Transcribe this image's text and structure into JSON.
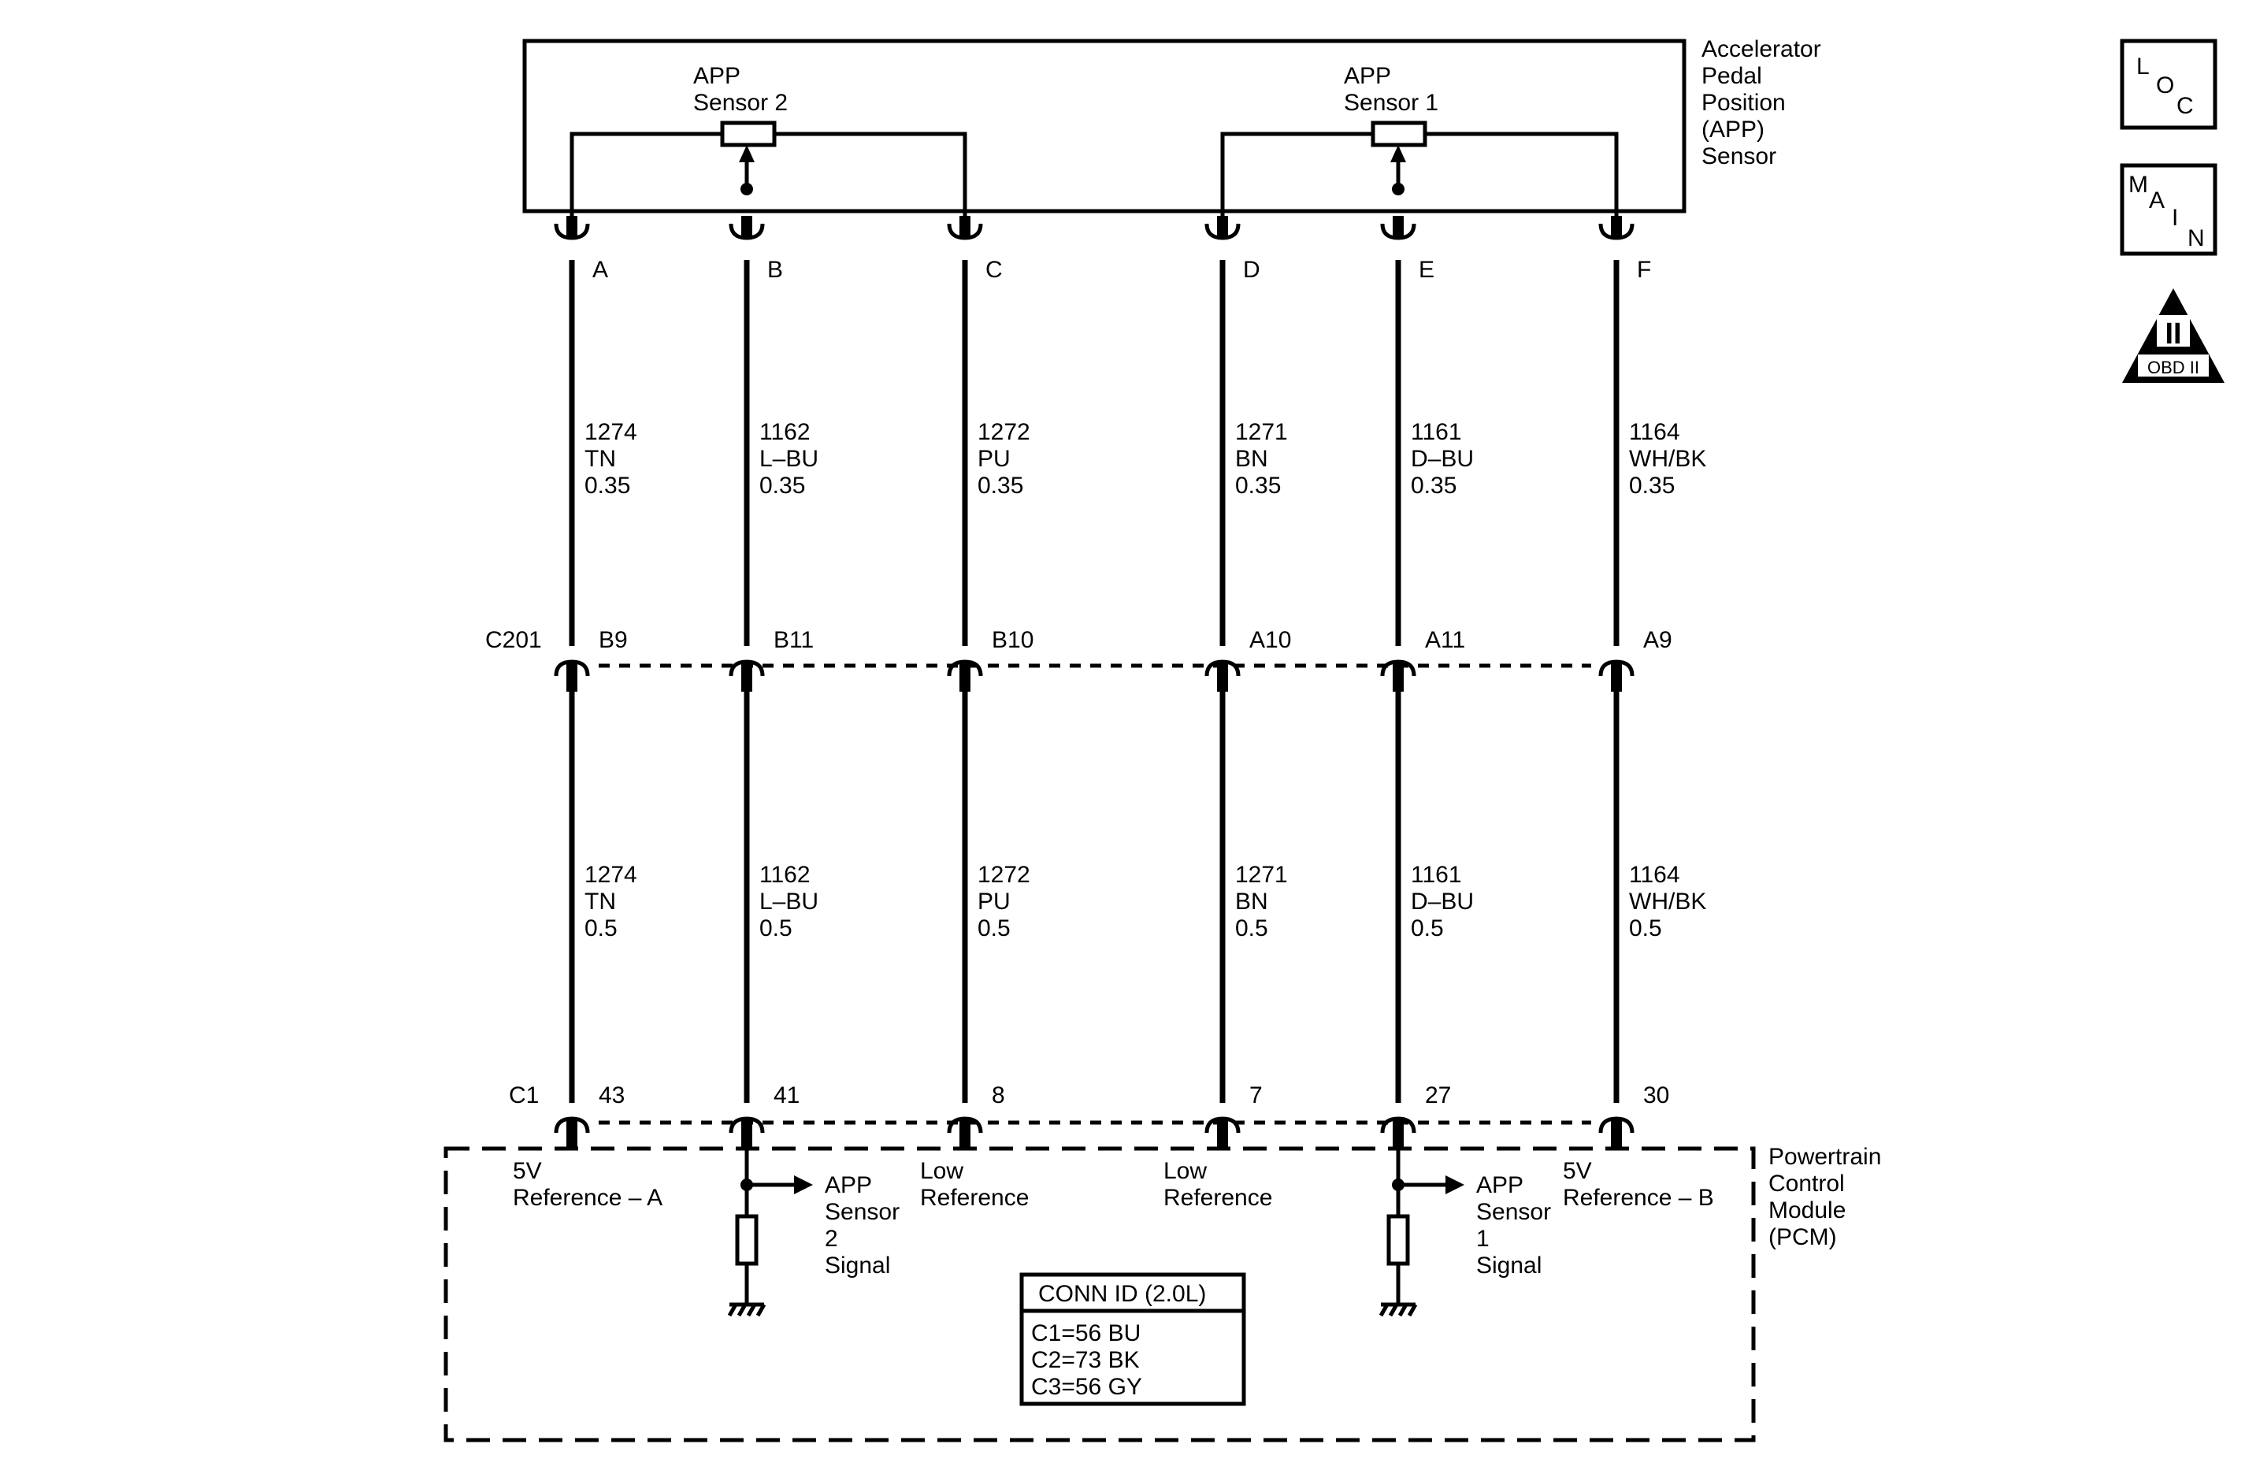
{
  "app_sensor": {
    "label_lines": [
      "Accelerator",
      "Pedal",
      "Position",
      "(APP)",
      "Sensor"
    ],
    "sensor2_lines": [
      "APP",
      "Sensor 2"
    ],
    "sensor1_lines": [
      "APP",
      "Sensor 1"
    ]
  },
  "connector_c201": {
    "name": "C201"
  },
  "connector_c1": {
    "name": "C1"
  },
  "circuits": [
    {
      "sensor_pin": "A",
      "upper": [
        "1274",
        "TN",
        "0.35"
      ],
      "c201_pin": "B9",
      "lower": [
        "1274",
        "TN",
        "0.5"
      ],
      "pcm_pin": "43",
      "pcm_function": [
        "5V",
        "Reference – A"
      ]
    },
    {
      "sensor_pin": "B",
      "upper": [
        "1162",
        "L–BU",
        "0.35"
      ],
      "c201_pin": "B11",
      "lower": [
        "1162",
        "L–BU",
        "0.5"
      ],
      "pcm_pin": "41",
      "pcm_function": [
        "APP",
        "Sensor",
        "2",
        "Signal"
      ]
    },
    {
      "sensor_pin": "C",
      "upper": [
        "1272",
        "PU",
        "0.35"
      ],
      "c201_pin": "B10",
      "lower": [
        "1272",
        "PU",
        "0.5"
      ],
      "pcm_pin": "8",
      "pcm_function": [
        "Low",
        "Reference"
      ]
    },
    {
      "sensor_pin": "D",
      "upper": [
        "1271",
        "BN",
        "0.35"
      ],
      "c201_pin": "A10",
      "lower": [
        "1271",
        "BN",
        "0.5"
      ],
      "pcm_pin": "7",
      "pcm_function": [
        "Low",
        "Reference"
      ]
    },
    {
      "sensor_pin": "E",
      "upper": [
        "1161",
        "D–BU",
        "0.35"
      ],
      "c201_pin": "A11",
      "lower": [
        "1161",
        "D–BU",
        "0.5"
      ],
      "pcm_pin": "27",
      "pcm_function": [
        "APP",
        "Sensor",
        "1",
        "Signal"
      ]
    },
    {
      "sensor_pin": "F",
      "upper": [
        "1164",
        "WH/BK",
        "0.35"
      ],
      "c201_pin": "A9",
      "lower": [
        "1164",
        "WH/BK",
        "0.5"
      ],
      "pcm_pin": "30",
      "pcm_function": [
        "5V",
        "Reference – B"
      ]
    }
  ],
  "pcm": {
    "label_lines": [
      "Powertrain",
      "Control",
      "Module",
      "(PCM)"
    ]
  },
  "conn_id": {
    "title": "CONN ID (2.0L)",
    "rows": [
      "C1=56 BU",
      "C2=73 BK",
      "C3=56 GY"
    ]
  },
  "nav": {
    "loc": [
      "L",
      "O",
      "C"
    ],
    "main": [
      "M",
      "A",
      "I",
      "N"
    ],
    "obd_numeral": "II",
    "obd_label": "OBD II"
  },
  "icons": [
    "loc-icon",
    "main-icon",
    "obd-ii-icon",
    "ground-icon",
    "resistor-icon",
    "arrow-icon"
  ],
  "colors": {
    "ink": "#000000",
    "background": "#ffffff"
  }
}
